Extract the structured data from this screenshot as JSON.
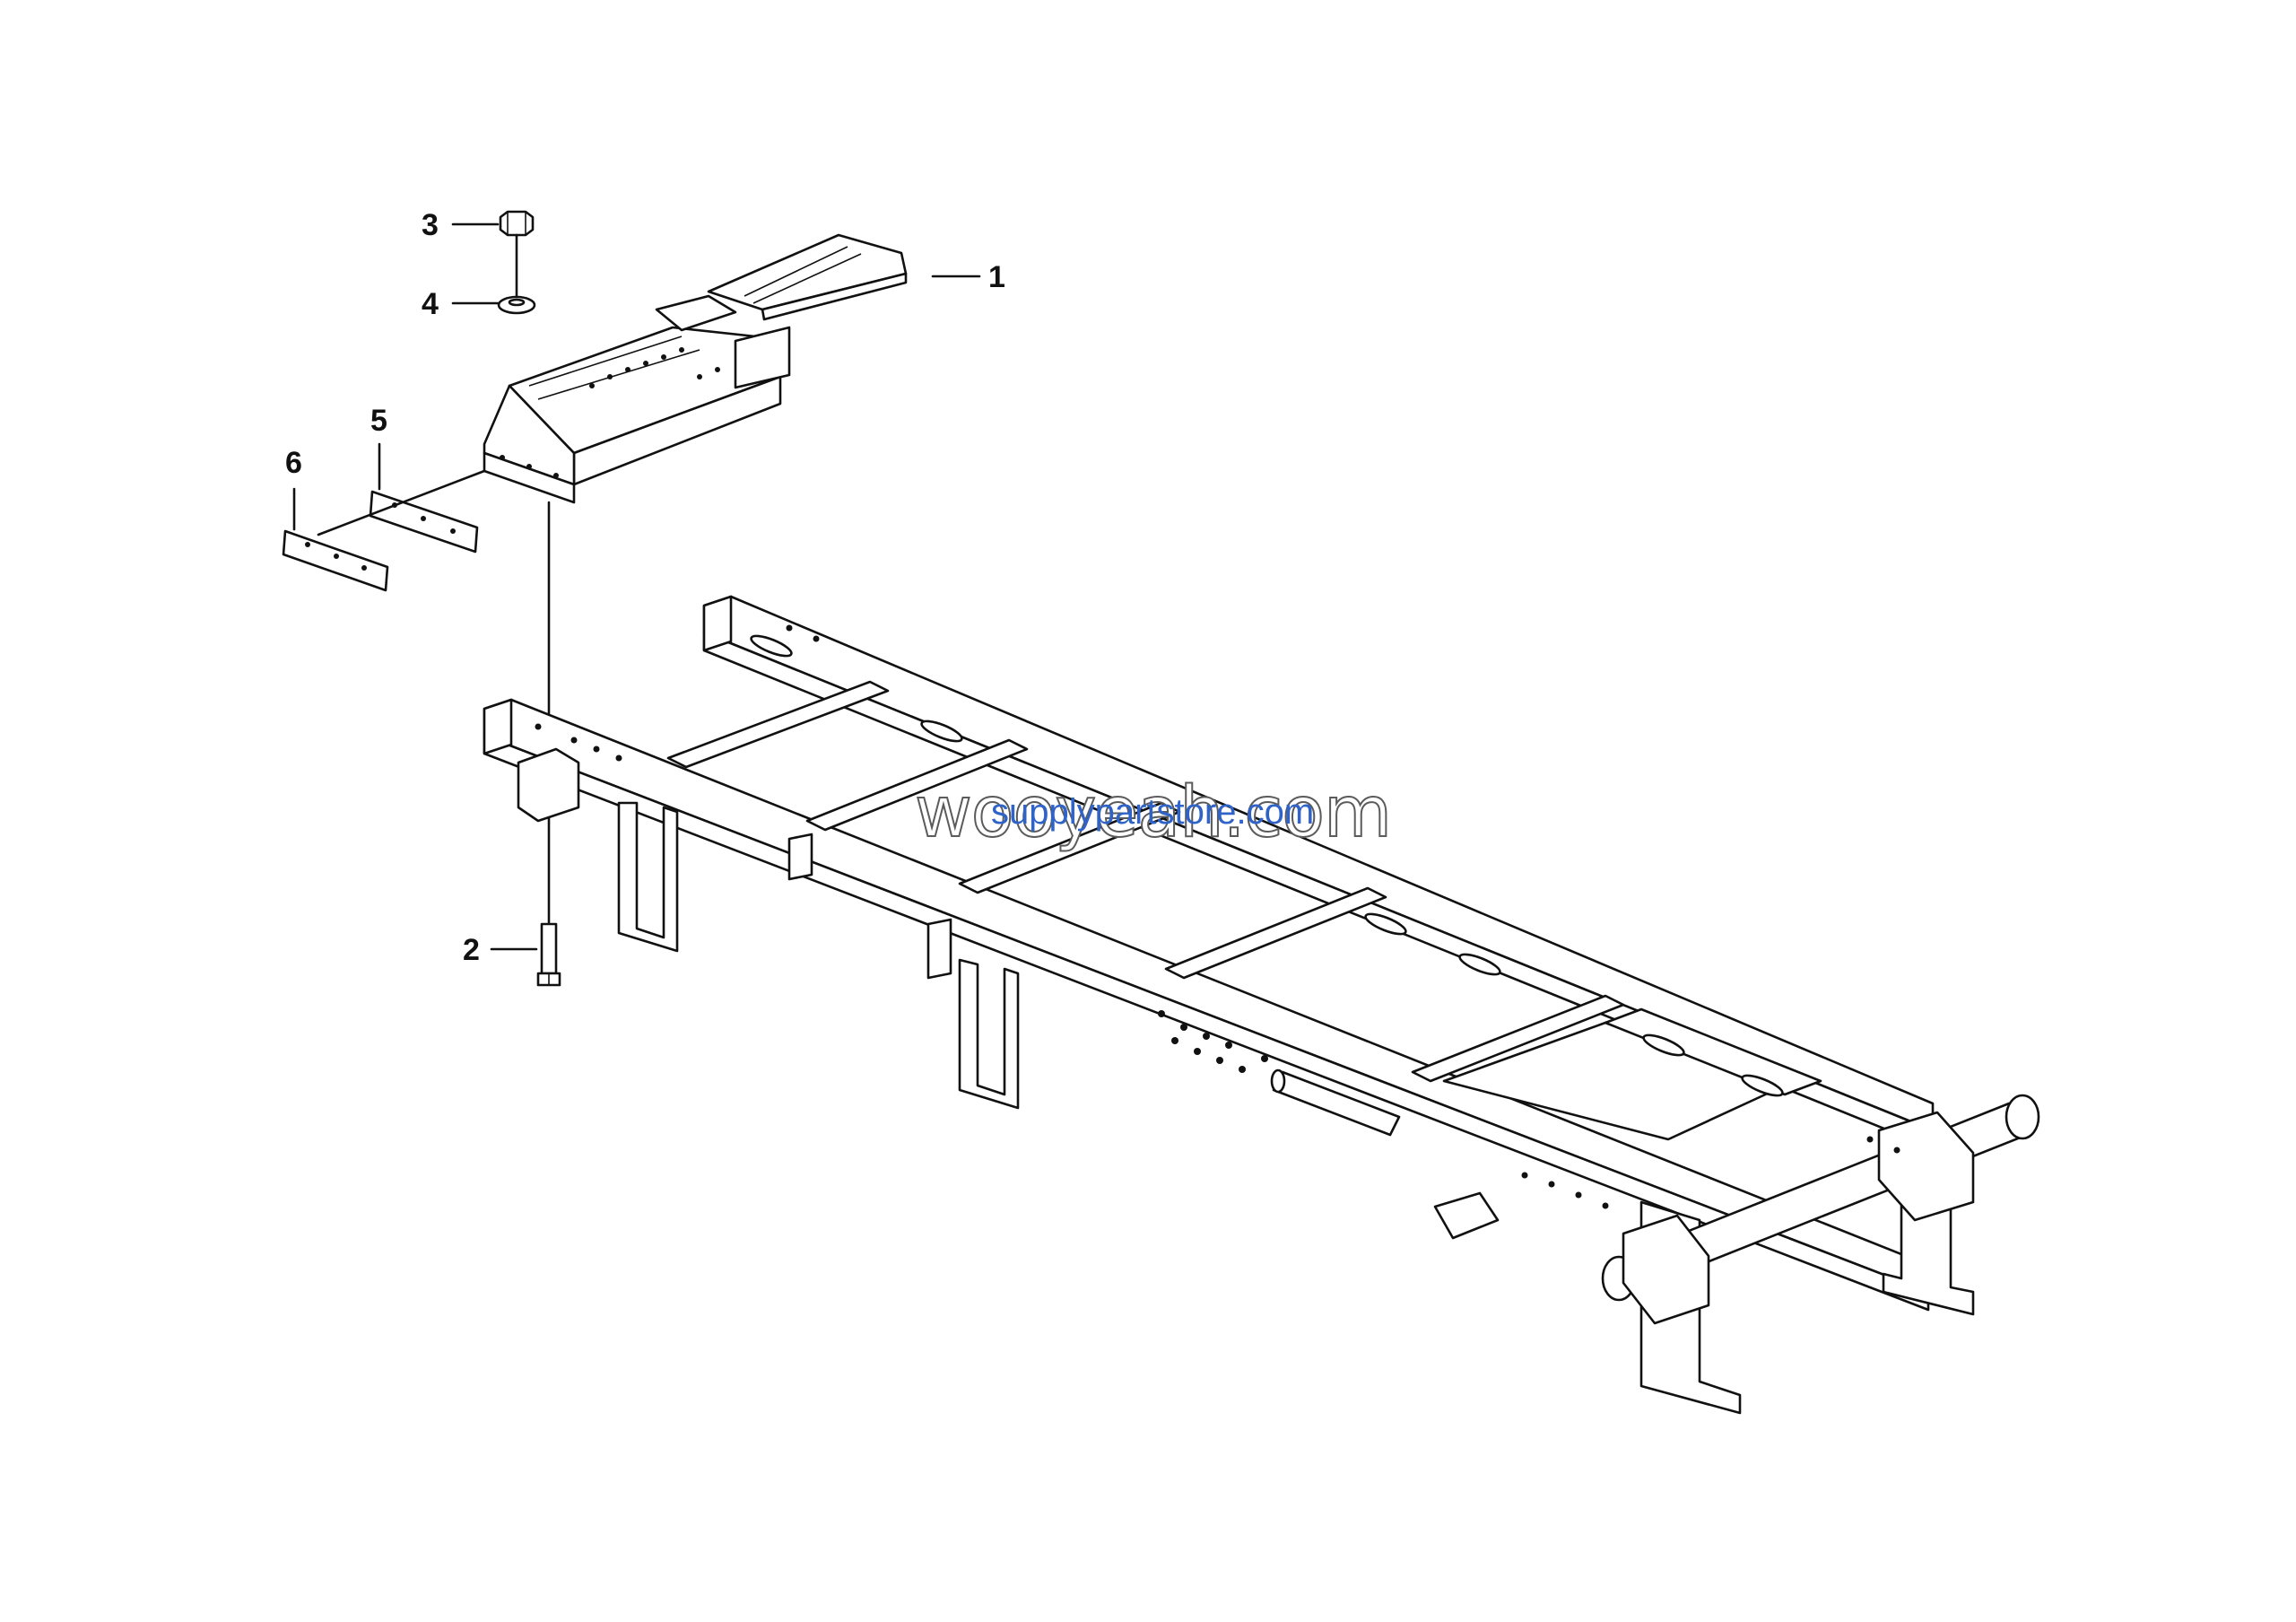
{
  "callouts": [
    {
      "id": "1",
      "label": "1"
    },
    {
      "id": "2",
      "label": "2"
    },
    {
      "id": "3",
      "label": "3"
    },
    {
      "id": "4",
      "label": "4"
    },
    {
      "id": "5",
      "label": "5"
    },
    {
      "id": "6",
      "label": "6"
    }
  ],
  "watermark": {
    "main": "wooyeah.com",
    "sub": "supplypartstore.com"
  },
  "colors": {
    "line": "#111111",
    "background": "#ffffff",
    "watermark_sub": "#2f63c8"
  }
}
